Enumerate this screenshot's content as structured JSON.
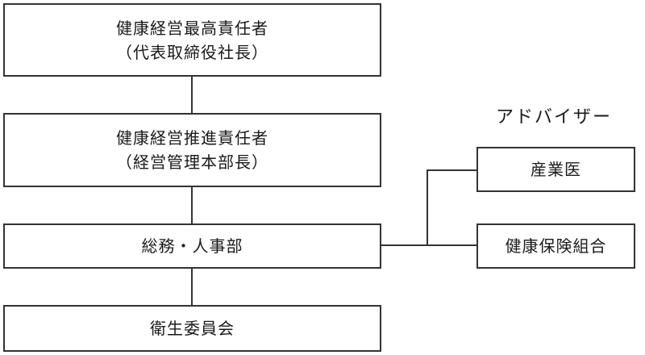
{
  "org_chart": {
    "ceo": {
      "title": "健康経営最高責任者",
      "subtitle": "（代表取締役社長）"
    },
    "promoter": {
      "title": "健康経営推進責任者",
      "subtitle": "（経営管理本部長）"
    },
    "hr": {
      "title": "総務・人事部"
    },
    "committee": {
      "title": "衛生委員会"
    },
    "advisers": {
      "heading": "アドバイザー",
      "items": [
        {
          "label": "産業医"
        },
        {
          "label": "健康保険組合"
        }
      ]
    }
  }
}
